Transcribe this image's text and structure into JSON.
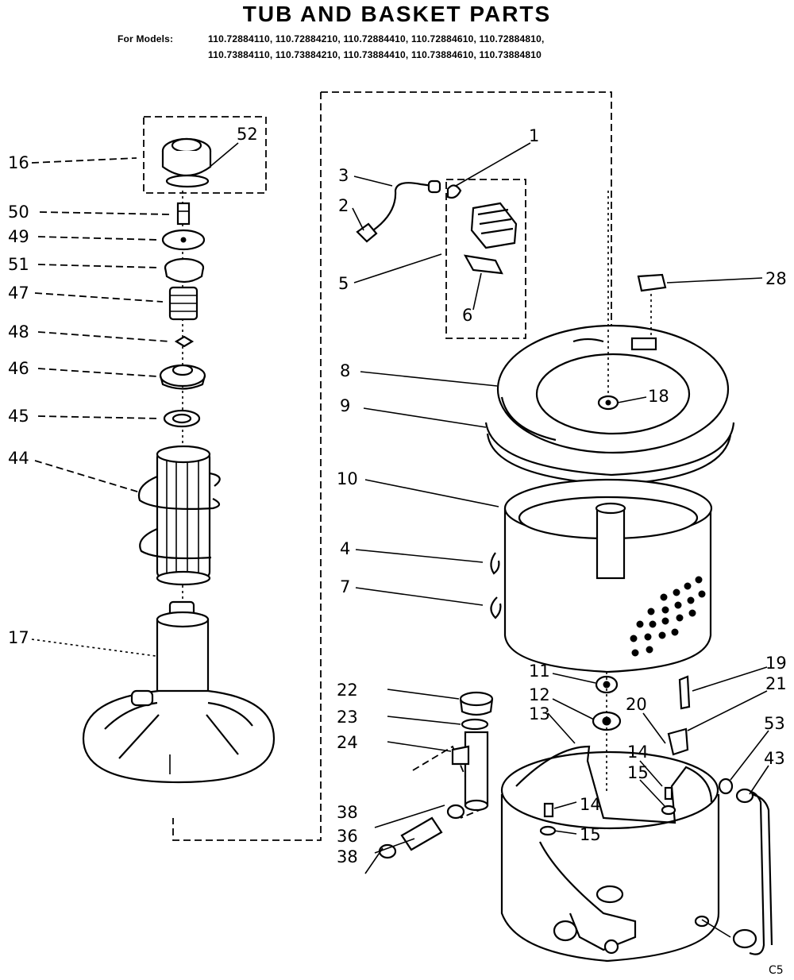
{
  "title": "TUB AND BASKET PARTS",
  "models_label": "For Models:",
  "models_line1": "110.72884110, 110.72884210, 110.72884410, 110.72884610, 110.72884810,",
  "models_line2": "110.73884110, 110.73884210, 110.73884410, 110.73884610, 110.73884810",
  "corner_code": "C5",
  "callouts": {
    "c1": "1",
    "c2": "2",
    "c3": "3",
    "c4": "4",
    "c5": "5",
    "c6": "6",
    "c7": "7",
    "c8": "8",
    "c9": "9",
    "c10": "10",
    "c11": "11",
    "c12": "12",
    "c13": "13",
    "c14a": "14",
    "c14b": "14",
    "c15a": "15",
    "c15b": "15",
    "c16": "16",
    "c17": "17",
    "c18": "18",
    "c19": "19",
    "c20": "20",
    "c21": "21",
    "c22": "22",
    "c23": "23",
    "c24": "24",
    "c28": "28",
    "c36": "36",
    "c38a": "38",
    "c38b": "38",
    "c43": "43",
    "c44": "44",
    "c45": "45",
    "c46": "46",
    "c47": "47",
    "c48": "48",
    "c49": "49",
    "c50": "50",
    "c51": "51",
    "c52": "52",
    "c53": "53"
  }
}
